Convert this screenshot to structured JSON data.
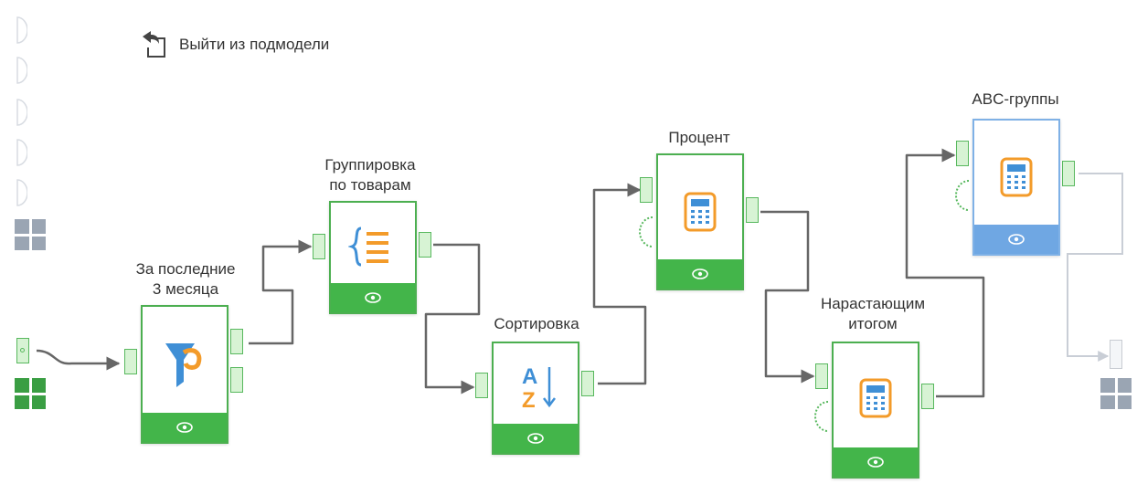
{
  "header": {
    "exit_label": "Выйти из подмодели",
    "exit_icon": "exit-arrow-icon"
  },
  "nodes": [
    {
      "id": "filter",
      "line1": "За последние",
      "line2": "3 месяца",
      "icon": "funnel-icon"
    },
    {
      "id": "group",
      "line1": "Группировка",
      "line2": "по товарам",
      "icon": "list-braces-icon"
    },
    {
      "id": "sort",
      "line1": "Сортировка",
      "line2": "",
      "icon": "sort-az-icon",
      "icon_letters": {
        "a": "A",
        "z": "Z"
      }
    },
    {
      "id": "percent",
      "line1": "Процент",
      "line2": "",
      "icon": "calculator-icon"
    },
    {
      "id": "cumulative",
      "line1": "Нарастающим",
      "line2": "итогом",
      "icon": "calculator-icon"
    },
    {
      "id": "abc",
      "line1": "ABC-группы",
      "line2": "",
      "icon": "calculator-icon"
    }
  ],
  "colors": {
    "green": "#43b54a",
    "blue": "#6fa7e3",
    "wire": "#666666",
    "orange": "#f39b2a"
  }
}
